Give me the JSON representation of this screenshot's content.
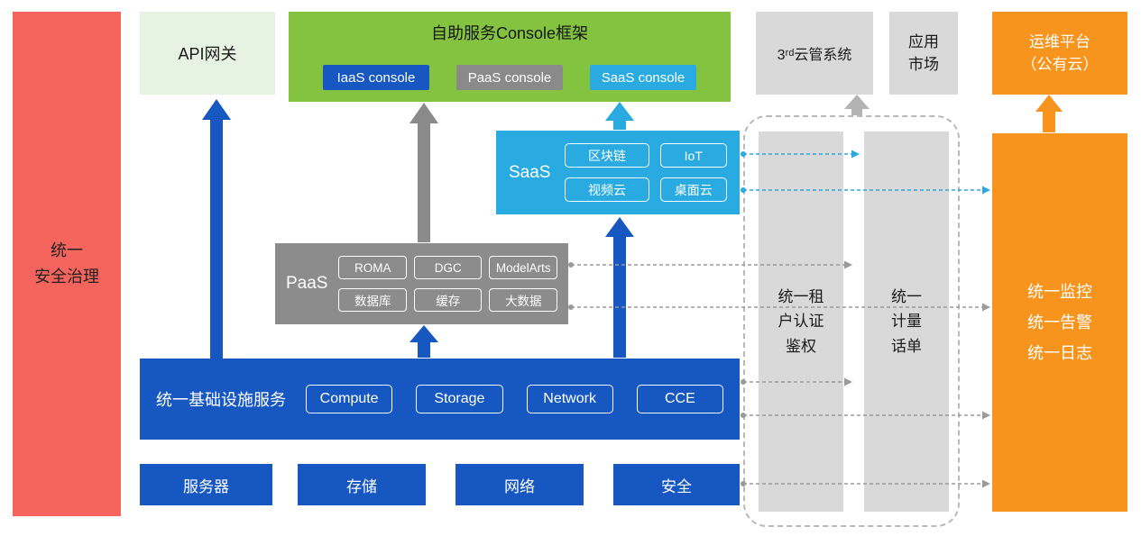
{
  "security_bar": {
    "label": "统一\n安全治理"
  },
  "api_gateway": {
    "label": "API网关"
  },
  "console_framework": {
    "title": "自助服务Console框架",
    "consoles": [
      {
        "label": "IaaS console",
        "color": "#1757c2"
      },
      {
        "label": "PaaS console",
        "color": "#8a8a8a"
      },
      {
        "label": "SaaS console",
        "color": "#29abe2"
      }
    ]
  },
  "third_party_cloud": {
    "label": "3ʳᵈ云管系统"
  },
  "app_market": {
    "label": "应用\n市场"
  },
  "om_platform": {
    "label": "运维平台\n（公有云）"
  },
  "saas": {
    "label": "SaaS",
    "services": [
      "区块链",
      "IoT",
      "视频云",
      "桌面云"
    ]
  },
  "paas": {
    "label": "PaaS",
    "services": [
      "ROMA",
      "DGC",
      "ModelArts",
      "数据库",
      "缓存",
      "大数据"
    ]
  },
  "infrastructure": {
    "label": "统一基础设施服务",
    "services": [
      "Compute",
      "Storage",
      "Network",
      "CCE"
    ]
  },
  "hardware": {
    "items": [
      "服务器",
      "存储",
      "网络",
      "安全"
    ]
  },
  "auth_bar": {
    "label": "统一租\n户认证\n鉴权"
  },
  "metering_bar": {
    "label": "统一\n计量\n话单"
  },
  "monitoring_bar": {
    "label": "统一监控\n统一告警\n统一日志"
  },
  "colors": {
    "blue": "#1757c2",
    "green": "#84c33f",
    "pale_green": "#e6f2e2",
    "cyan": "#29abe2",
    "gray": "#8c8c8c",
    "light_gray": "#d9d9d9",
    "orange": "#f7941e",
    "red": "#f5655e"
  }
}
